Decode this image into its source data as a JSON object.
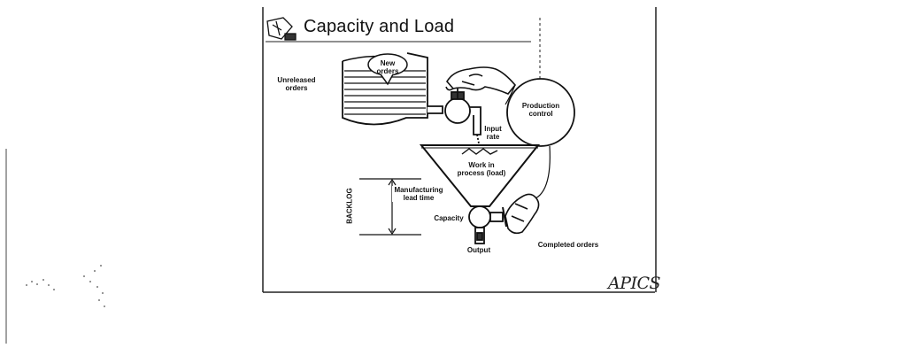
{
  "slide": {
    "title": "Capacity and Load",
    "logo_text": "APICS"
  },
  "labels": {
    "new_orders": "New orders",
    "unreleased_orders": "Unreleased orders",
    "production_control": "Production control",
    "input_rate": "Input rate",
    "wip": "Work in process (load)",
    "backlog": "BACKLOG",
    "mfg_lead_time": "Manufacturing lead time",
    "capacity": "Capacity",
    "output": "Output",
    "completed_orders": "Completed orders"
  }
}
